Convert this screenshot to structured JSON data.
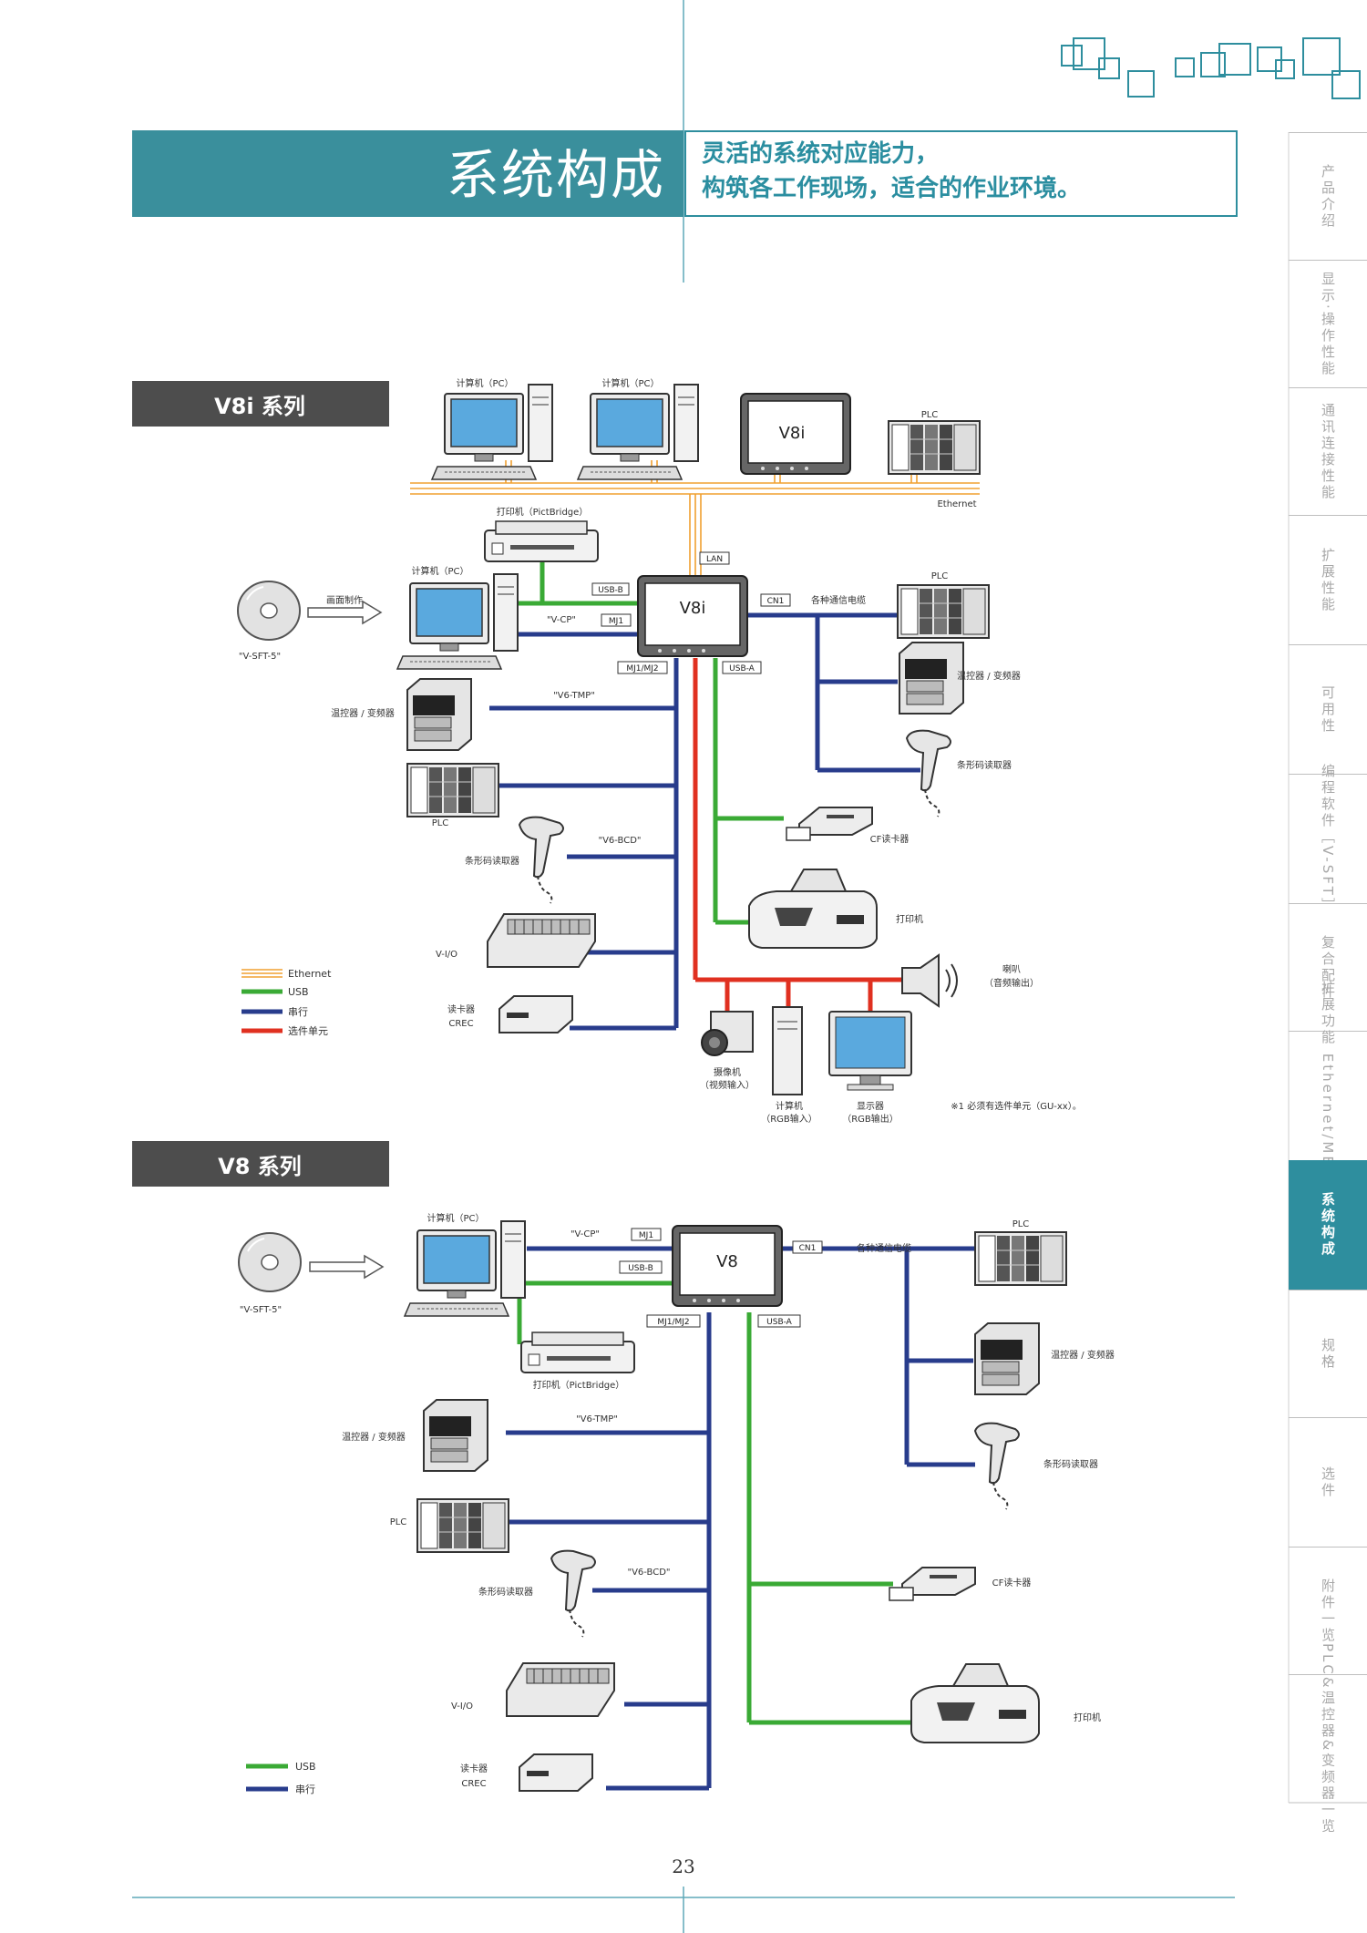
{
  "header": {
    "title": "系统构成",
    "subtitle_line1": "灵活的系统对应能力，",
    "subtitle_line2": "构筑各工作现场，适合的作业环境。"
  },
  "side_tabs": [
    {
      "label": "产品介绍",
      "active": false
    },
    {
      "label": "显示·操作性能",
      "active": false
    },
    {
      "label": "通讯连接性能",
      "active": false
    },
    {
      "label": "扩展性能",
      "active": false
    },
    {
      "label": "可用性",
      "active": false
    },
    {
      "label": "编程软件［V-SFT］",
      "active": false
    },
    {
      "label": "复合配件",
      "active": false
    },
    {
      "label": "扩展功能 Ethernet/MES接口",
      "active": false
    },
    {
      "label": "系统构成",
      "active": true
    },
    {
      "label": "规格",
      "active": false
    },
    {
      "label": "选件",
      "active": false
    },
    {
      "label": "附件一览",
      "active": false
    },
    {
      "label": "PLC&温控器&变频器一览",
      "active": false
    }
  ],
  "v8i": {
    "series_label": "V8i 系列",
    "pc1": "计算机（PC）",
    "pc2": "计算机（PC）",
    "panel_top": "V8i",
    "plc_top": "PLC",
    "ethernet": "Ethernet",
    "printer_pb": "打印机（PictBridge）",
    "lan": "LAN",
    "pc_main": "计算机（PC）",
    "screen_make": "画面制作",
    "software": "\"V-SFT-5\"",
    "usbb": "USB-B",
    "vcp": "\"V-CP\"",
    "mj1": "MJ1",
    "panel_main": "V8i",
    "cn1": "CN1",
    "cable": "各种通信电缆",
    "plc_right": "PLC",
    "mj12": "MJ1/MJ2",
    "usba": "USB-A",
    "temp_right": "温控器 / 变频器",
    "vtmp": "\"V6-TMP\"",
    "temp_left": "温控器 / 变频器",
    "barcode_right": "条形码读取器",
    "plc_left": "PLC",
    "vbcd": "\"V6-BCD\"",
    "cf": "CF读卡器",
    "barcode_left": "条形码读取器",
    "printer": "打印机",
    "vio": "V-I/O",
    "speaker1": "喇叭",
    "speaker2": "（音频输出）",
    "reader1": "读卡器",
    "reader2": "CREC",
    "camera1": "摄像机",
    "camera2": "（视频输入）",
    "pc_rgb1": "计算机",
    "pc_rgb2": "（RGB输入）",
    "monitor1": "显示器",
    "monitor2": "（RGB输出）",
    "note": "※1 必须有选件单元（GU-xx）。",
    "legend": [
      "Ethernet",
      "USB",
      "串行",
      "选件单元"
    ]
  },
  "v8": {
    "series_label": "V8 系列",
    "pc": "计算机（PC）",
    "software": "\"V-SFT-5\"",
    "vcp": "\"V-CP\"",
    "mj1": "MJ1",
    "usbb": "USB-B",
    "panel": "V8",
    "cn1": "CN1",
    "cable": "各种通信电缆",
    "plc_right": "PLC",
    "mj12": "MJ1/MJ2",
    "usba": "USB-A",
    "printer_pb": "打印机（PictBridge）",
    "temp_right": "温控器 / 变频器",
    "vtmp": "\"V6-TMP\"",
    "temp_left": "温控器 / 变频器",
    "barcode_right": "条形码读取器",
    "plc_left": "PLC",
    "vbcd": "\"V6-BCD\"",
    "barcode_left": "条形码读取器",
    "cf": "CF读卡器",
    "printer": "打印机",
    "vio": "V-I/O",
    "reader1": "读卡器",
    "reader2": "CREC",
    "legend": [
      "USB",
      "串行"
    ]
  },
  "page_number": "23",
  "colors": {
    "teal": "#3a8f9c",
    "ethernet": "#f0a030",
    "usb": "#3aaa35",
    "serial": "#283c8c",
    "option": "#e03020",
    "series_bar": "#4d4d4d"
  }
}
